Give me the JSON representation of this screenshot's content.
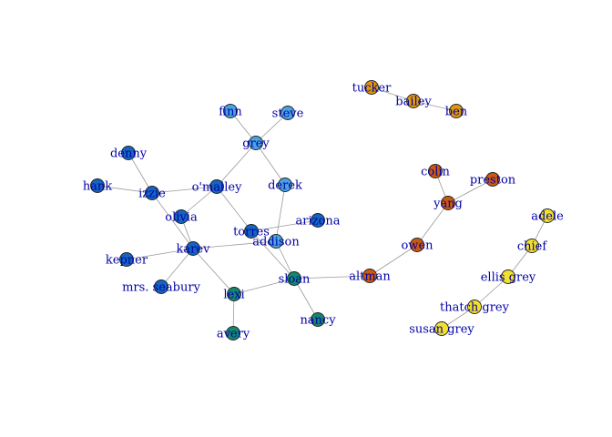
{
  "diagram": {
    "title": "",
    "group_colors": {
      "blue": "#1565c0",
      "lightblue": "#4aa3df",
      "teal": "#16876e",
      "orange": "#e0980c",
      "darkorange": "#cc5a0a",
      "yellow": "#f2e12a"
    },
    "nodes": [
      {
        "id": "finn",
        "label": "finn",
        "group": "lightblue"
      },
      {
        "id": "steve",
        "label": "steve",
        "group": "lightblue"
      },
      {
        "id": "grey",
        "label": "grey",
        "group": "lightblue"
      },
      {
        "id": "derek",
        "label": "derek",
        "group": "lightblue"
      },
      {
        "id": "addison",
        "label": "addison",
        "group": "lightblue"
      },
      {
        "id": "denny",
        "label": "denny",
        "group": "blue"
      },
      {
        "id": "hank",
        "label": "hank",
        "group": "blue"
      },
      {
        "id": "izzie",
        "label": "izzie",
        "group": "blue"
      },
      {
        "id": "omalley",
        "label": "o'malley",
        "group": "blue"
      },
      {
        "id": "olivia",
        "label": "olivia",
        "group": "blue"
      },
      {
        "id": "torres",
        "label": "torres",
        "group": "blue"
      },
      {
        "id": "arizona",
        "label": "arizona",
        "group": "blue"
      },
      {
        "id": "karev",
        "label": "karev",
        "group": "blue"
      },
      {
        "id": "kepner",
        "label": "kepner",
        "group": "blue"
      },
      {
        "id": "mrsseabury",
        "label": "mrs. seabury",
        "group": "blue"
      },
      {
        "id": "sloan",
        "label": "sloan",
        "group": "teal"
      },
      {
        "id": "lexi",
        "label": "lexi",
        "group": "teal"
      },
      {
        "id": "avery",
        "label": "avery",
        "group": "teal"
      },
      {
        "id": "nancy",
        "label": "nancy",
        "group": "teal"
      },
      {
        "id": "tucker",
        "label": "tucker",
        "group": "orange"
      },
      {
        "id": "bailey",
        "label": "bailey",
        "group": "orange"
      },
      {
        "id": "ben",
        "label": "ben",
        "group": "orange"
      },
      {
        "id": "colin",
        "label": "colin",
        "group": "darkorange"
      },
      {
        "id": "preston",
        "label": "preston",
        "group": "darkorange"
      },
      {
        "id": "yang",
        "label": "yang",
        "group": "darkorange"
      },
      {
        "id": "owen",
        "label": "owen",
        "group": "darkorange"
      },
      {
        "id": "altman",
        "label": "altman",
        "group": "darkorange"
      },
      {
        "id": "adele",
        "label": "adele",
        "group": "yellow"
      },
      {
        "id": "chief",
        "label": "chief",
        "group": "yellow"
      },
      {
        "id": "ellisgrey",
        "label": "ellis grey",
        "group": "yellow"
      },
      {
        "id": "thatchgrey",
        "label": "thatch grey",
        "group": "yellow"
      },
      {
        "id": "susangrey",
        "label": "susan grey",
        "group": "yellow"
      }
    ],
    "edges": [
      [
        "finn",
        "grey"
      ],
      [
        "steve",
        "grey"
      ],
      [
        "grey",
        "omalley"
      ],
      [
        "grey",
        "derek"
      ],
      [
        "derek",
        "addison"
      ],
      [
        "denny",
        "izzie"
      ],
      [
        "hank",
        "izzie"
      ],
      [
        "izzie",
        "omalley"
      ],
      [
        "izzie",
        "karev"
      ],
      [
        "omalley",
        "olivia"
      ],
      [
        "omalley",
        "torres"
      ],
      [
        "olivia",
        "karev"
      ],
      [
        "torres",
        "arizona"
      ],
      [
        "torres",
        "sloan"
      ],
      [
        "karev",
        "kepner"
      ],
      [
        "karev",
        "mrsseabury"
      ],
      [
        "karev",
        "addison"
      ],
      [
        "karev",
        "lexi"
      ],
      [
        "addison",
        "sloan"
      ],
      [
        "sloan",
        "lexi"
      ],
      [
        "sloan",
        "nancy"
      ],
      [
        "sloan",
        "altman"
      ],
      [
        "lexi",
        "avery"
      ],
      [
        "altman",
        "owen"
      ],
      [
        "owen",
        "yang"
      ],
      [
        "yang",
        "colin"
      ],
      [
        "yang",
        "preston"
      ],
      [
        "tucker",
        "bailey"
      ],
      [
        "bailey",
        "ben"
      ],
      [
        "adele",
        "chief"
      ],
      [
        "chief",
        "ellisgrey"
      ],
      [
        "ellisgrey",
        "thatchgrey"
      ],
      [
        "thatchgrey",
        "susangrey"
      ]
    ]
  }
}
